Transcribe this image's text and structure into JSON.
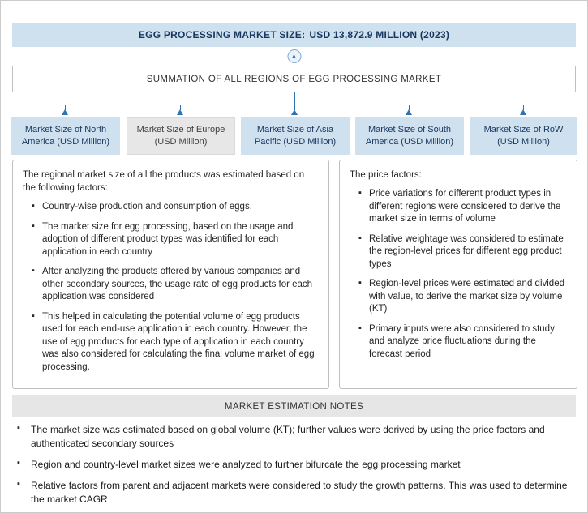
{
  "colors": {
    "accent": "#2e74b5",
    "banner-bg": "#cfe0ef",
    "banner-text": "#17375e",
    "region-blue-bg": "#cfe0ef",
    "region-blue-text": "#17375e",
    "region-gray-bg": "#e8e7e7",
    "notes-bg": "#e7e6e6",
    "border": "#bfbfbf",
    "body-text": "#262626"
  },
  "icons": {
    "up_arrow": "▲"
  },
  "header": {
    "title_prefix": "EGG PROCESSING MARKET SIZE:",
    "title_value": "USD 13,872.9 MILLION (2023)"
  },
  "summation": {
    "label": "SUMMATION OF ALL REGIONS OF EGG PROCESSING MARKET"
  },
  "regions": [
    {
      "label": "Market Size of North America (USD Million)"
    },
    {
      "label": "Market Size of Europe (USD Million)"
    },
    {
      "label": "Market Size of Asia Pacific (USD Million)"
    },
    {
      "label": "Market Size of South America (USD Million)"
    },
    {
      "label": "Market Size of RoW (USD Million)"
    }
  ],
  "left_panel": {
    "intro": "The regional market size of all the products was estimated based on the following factors:",
    "bullets": [
      "Country-wise production and consumption of eggs.",
      "The market size for egg processing, based on the usage and adoption of different product types was identified for each application in each country",
      "After analyzing the products offered by various companies and other secondary sources, the usage rate of egg products for each application was considered",
      "This helped in calculating the potential volume of egg products used for each end-use application in each country. However, the use of egg products for each type of application in each country was also considered for calculating the final volume market of egg processing."
    ]
  },
  "right_panel": {
    "intro": "The price factors:",
    "bullets": [
      "Price variations for different product types in different regions were considered to derive the market size in terms of volume",
      "Relative weightage was considered to estimate the region-level prices for different egg product types",
      "Region-level prices were estimated and divided with value, to derive the market size by volume (KT)",
      "Primary inputs were also considered to study and analyze price fluctuations during the forecast period"
    ]
  },
  "notes": {
    "title": "MARKET ESTIMATION NOTES",
    "bullets": [
      "The market size was estimated based on global volume (KT); further values were derived by using the price factors and authenticated secondary sources",
      "Region and country-level market sizes were analyzed to further bifurcate the egg processing market",
      "Relative factors from parent and adjacent markets were considered to study the growth patterns. This was used to determine the market CAGR"
    ]
  }
}
